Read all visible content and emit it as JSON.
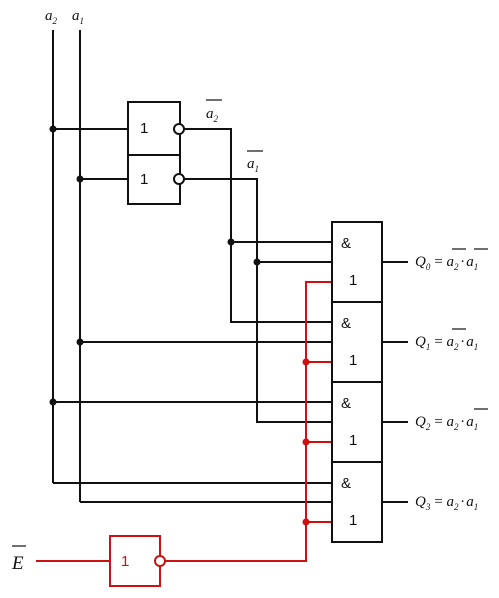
{
  "inputs": {
    "a2": {
      "base": "a",
      "sub": "2"
    },
    "a1": {
      "base": "a",
      "sub": "1"
    },
    "enable": "E"
  },
  "inverted_labels": {
    "a2": {
      "base": "a",
      "sub": "2"
    },
    "a1": {
      "base": "a",
      "sub": "1"
    }
  },
  "gates": {
    "not_symbol": "1",
    "and_symbol": "&",
    "and_second_symbol": "1"
  },
  "outputs": [
    {
      "q": "Q",
      "qsub": "0",
      "eq": "=",
      "t1": "a",
      "t1sub": "2",
      "dot": "·",
      "t2": "a",
      "t2sub": "1"
    },
    {
      "q": "Q",
      "qsub": "1",
      "eq": "=",
      "t1": "a",
      "t1sub": "2",
      "dot": "·",
      "t2": "a",
      "t2sub": "1"
    },
    {
      "q": "Q",
      "qsub": "2",
      "eq": "=",
      "t1": "a",
      "t1sub": "2",
      "dot": "·",
      "t2": "a",
      "t2sub": "1"
    },
    {
      "q": "Q",
      "qsub": "3",
      "eq": "=",
      "t1": "a",
      "t1sub": "2",
      "dot": "·",
      "t2": "a",
      "t2sub": "1"
    }
  ],
  "colors": {
    "line": "#111111",
    "enable": "#cc1111"
  }
}
